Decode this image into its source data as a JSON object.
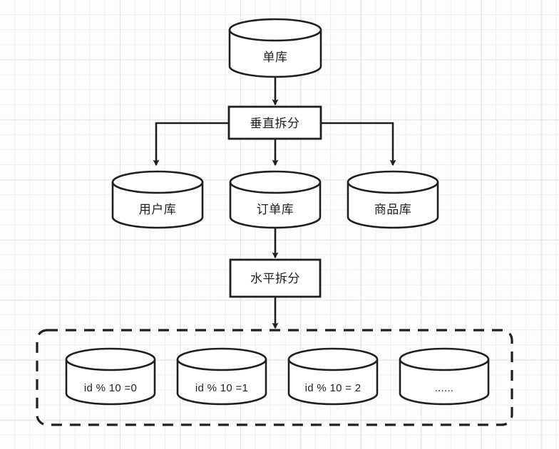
{
  "diagram": {
    "title_node": {
      "label": "单库"
    },
    "vertical_split": {
      "label": "垂直拆分"
    },
    "horizontal_split": {
      "label": "水平拆分"
    },
    "domain_databases": [
      {
        "label": "用户库"
      },
      {
        "label": "订单库"
      },
      {
        "label": "商品库"
      }
    ],
    "shards": [
      {
        "label": "id % 10 =0"
      },
      {
        "label": "id % 10 =1"
      },
      {
        "label": "id % 10 = 2"
      },
      {
        "label": "......"
      }
    ],
    "colors": {
      "stroke": "#1d1f21",
      "fill": "#ffffff",
      "grid_minor": "#ebedf0",
      "grid_major": "#d2d6dc",
      "text": "#1d1f21",
      "background": "#fdfdfd"
    }
  }
}
